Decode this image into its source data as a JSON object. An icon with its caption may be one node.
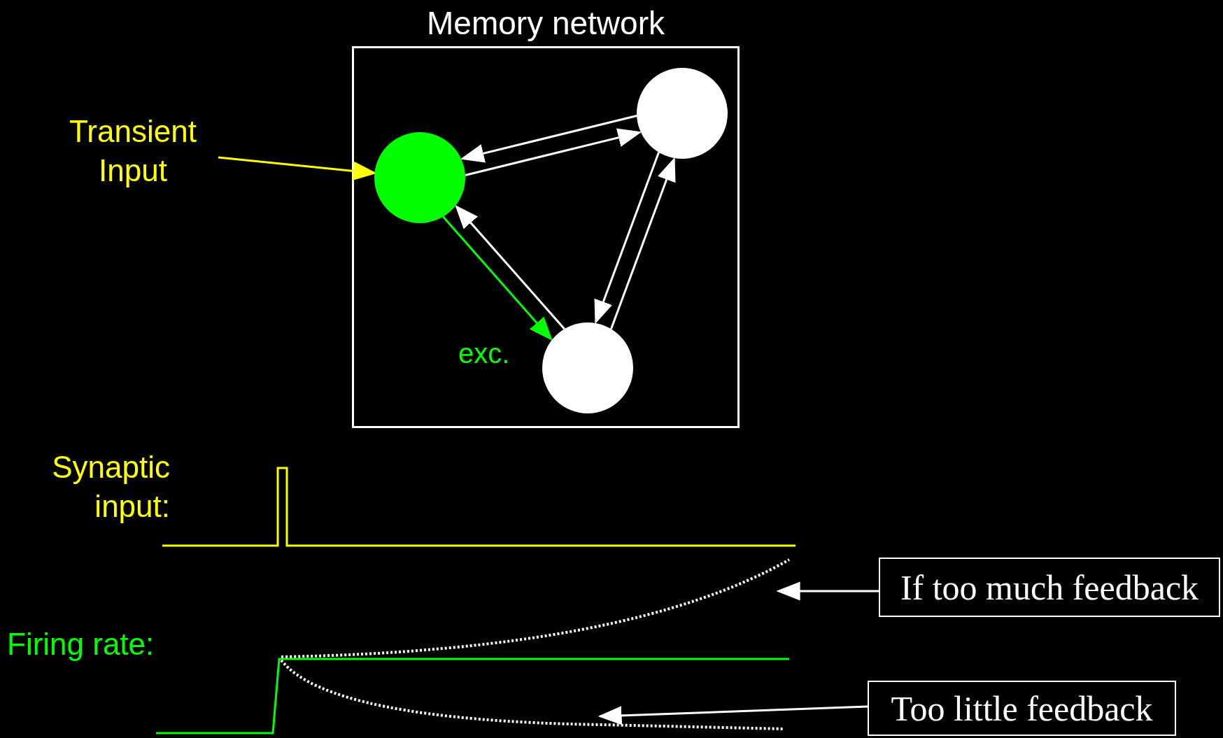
{
  "diagram": {
    "nodes": [
      {
        "text": [
          "Memory network"
        ]
      },
      {
        "text": [],
        "shape": "circle",
        "in": 0
      },
      {
        "text": [],
        "shape": "circle",
        "in": 0
      },
      {
        "text": [],
        "shape": "circle",
        "in": 0
      },
      {
        "text": [
          "Transient Input"
        ]
      },
      {
        "text": [
          "If too much feedback"
        ]
      },
      {
        "text": [
          "Too little feedback"
        ]
      }
    ],
    "edges": [
      {
        "from": 4,
        "to": 1,
        "arrow": "to",
        "color": "#ffff00"
      },
      {
        "from": 2,
        "to": 1,
        "arrow": "to"
      },
      {
        "from": 1,
        "to": 2,
        "arrow": "to"
      },
      {
        "from": 2,
        "to": 3,
        "arrow": "to"
      },
      {
        "from": 3,
        "to": 2,
        "arrow": "to"
      },
      {
        "from": 1,
        "to": 3,
        "arrow": "to",
        "color": "#00ff00",
        "label": "exc."
      },
      {
        "from": 3,
        "to": 1,
        "arrow": "to"
      },
      {
        "from": 5,
        "to": null,
        "arrow": "to"
      },
      {
        "from": 6,
        "to": null,
        "arrow": "to"
      }
    ],
    "labels": [
      "Synaptic input:",
      "Firing rate:"
    ]
  }
}
